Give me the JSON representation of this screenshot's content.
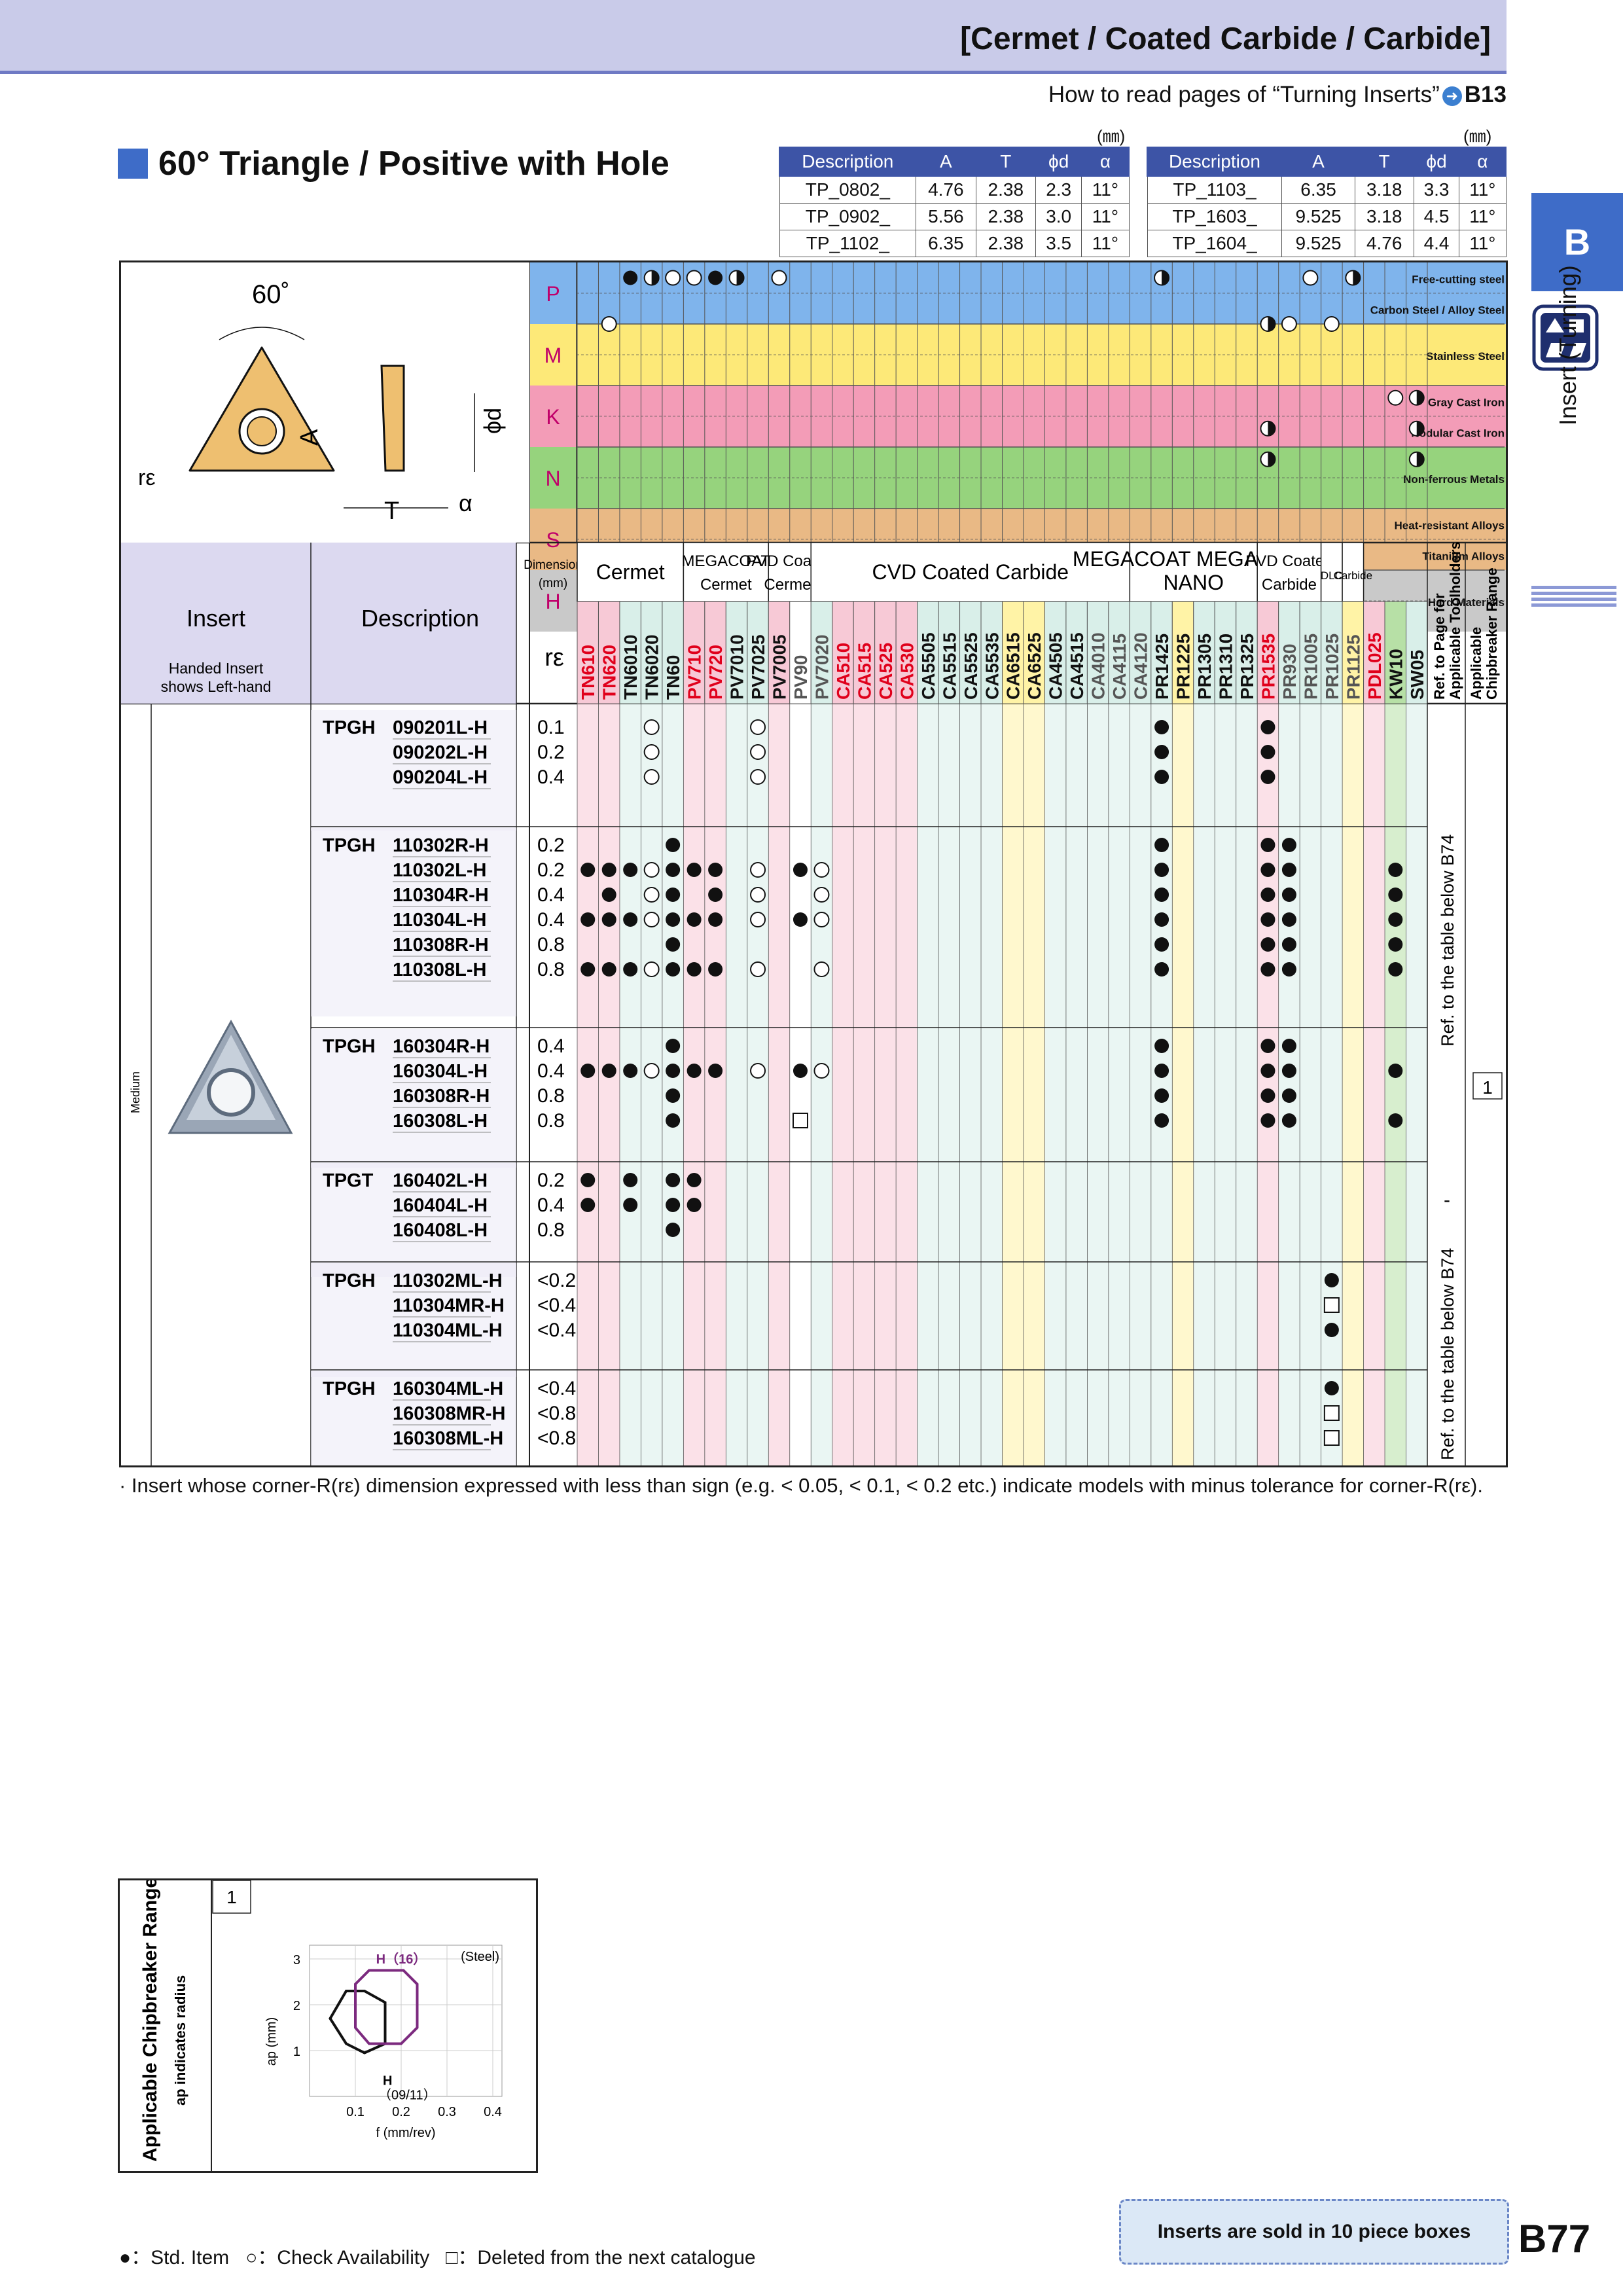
{
  "header": {
    "category": "[Cermet / Coated Carbide / Carbide]",
    "howto_text": "How to read pages of “Turning Inserts”",
    "howto_ref": "B13",
    "title": "60° Triangle / Positive with Hole"
  },
  "spec_tables": {
    "unit": "(㎜)",
    "columns": [
      "Description",
      "A",
      "T",
      "ϕd",
      "α"
    ],
    "left_rows": [
      [
        "TP_0802_",
        "4.76",
        "2.38",
        "2.3",
        "11°"
      ],
      [
        "TP_0902_",
        "5.56",
        "2.38",
        "3.0",
        "11°"
      ],
      [
        "TP_1102_",
        "6.35",
        "2.38",
        "3.5",
        "11°"
      ]
    ],
    "right_rows": [
      [
        "TP_1103_",
        "6.35",
        "3.18",
        "3.3",
        "11°"
      ],
      [
        "TP_1603_",
        "9.525",
        "3.18",
        "4.5",
        "11°"
      ],
      [
        "TP_1604_",
        "9.525",
        "4.76",
        "4.4",
        "11°"
      ]
    ]
  },
  "side": {
    "tab": "B",
    "label": "Insert (Turning)"
  },
  "diagram": {
    "angle": "60˚",
    "a": "A",
    "t": "T",
    "alpha": "α",
    "phid": "ϕd",
    "re": "rε"
  },
  "materials": [
    {
      "code": "P",
      "color": "#7fb4ec",
      "labels": [
        "Free-cutting steel",
        "Carbon Steel / Alloy Steel"
      ]
    },
    {
      "code": "M",
      "color": "#fde978",
      "labels": [
        "Stainless Steel"
      ]
    },
    {
      "code": "K",
      "color": "#f39cb7",
      "labels": [
        "Gray Cast Iron",
        "Nodular Cast Iron"
      ]
    },
    {
      "code": "N",
      "color": "#96d37d",
      "labels": [
        "Non-ferrous Metals"
      ]
    },
    {
      "code": "S",
      "color": "#e9b985",
      "labels": [
        "Heat-resistant Alloys",
        "Titanium Alloys"
      ]
    },
    {
      "code": "H",
      "color": "#c9c9c9",
      "labels": [
        "Hard Materials"
      ]
    }
  ],
  "table_header": {
    "insert": "Insert",
    "handed_note": "Handed Insert shows Left-hand",
    "description": "Description",
    "dimension": "Dimension (mm)",
    "re": "rε",
    "groups": [
      {
        "name": "Cermet",
        "span": 5
      },
      {
        "name": "MEGACOAT Cermet",
        "span": 4
      },
      {
        "name": "PVD Coated Cermet",
        "span": 2
      },
      {
        "name": "CVD Coated Carbide",
        "span": 15
      },
      {
        "name": "MEGACOAT MEGACOAT NANO",
        "span": 6
      },
      {
        "name": "PVD Coated Carbide",
        "span": 3
      },
      {
        "name": "DLC",
        "span": 1
      },
      {
        "name": "Carbide",
        "span": 1
      }
    ],
    "ref_col": "Ref. to Page for Applicable Toolholders",
    "chip_col": "Applicable Chipbreaker Range",
    "medium": "Medium"
  },
  "grades": [
    {
      "n": "TN610",
      "c": "#e0001b",
      "bg": "#f7c9d6"
    },
    {
      "n": "TN620",
      "c": "#e0001b",
      "bg": "#f7c9d6"
    },
    {
      "n": "TN6010",
      "c": "#111",
      "bg": "#d9efe9"
    },
    {
      "n": "TN6020",
      "c": "#111",
      "bg": "#d9efe9"
    },
    {
      "n": "TN60",
      "c": "#111",
      "bg": "#d9efe9"
    },
    {
      "n": "PV710",
      "c": "#e0001b",
      "bg": "#f7c9d6"
    },
    {
      "n": "PV720",
      "c": "#e0001b",
      "bg": "#f7c9d6"
    },
    {
      "n": "PV7010",
      "c": "#111",
      "bg": "#d9efe9"
    },
    {
      "n": "PV7025",
      "c": "#111",
      "bg": "#d9efe9"
    },
    {
      "n": "PV7005",
      "c": "#111",
      "bg": "#f7c9d6"
    },
    {
      "n": "PV90",
      "c": "#555",
      "bg": "#ffffff"
    },
    {
      "n": "PV7020",
      "c": "#555",
      "bg": "#d9efe9"
    },
    {
      "n": "CA510",
      "c": "#e0001b",
      "bg": "#f7c9d6"
    },
    {
      "n": "CA515",
      "c": "#e0001b",
      "bg": "#f7c9d6"
    },
    {
      "n": "CA525",
      "c": "#e0001b",
      "bg": "#f7c9d6"
    },
    {
      "n": "CA530",
      "c": "#e0001b",
      "bg": "#f7c9d6"
    },
    {
      "n": "CA5505",
      "c": "#111",
      "bg": "#d9efe9"
    },
    {
      "n": "CA5515",
      "c": "#111",
      "bg": "#d9efe9"
    },
    {
      "n": "CA5525",
      "c": "#111",
      "bg": "#d9efe9"
    },
    {
      "n": "CA5535",
      "c": "#111",
      "bg": "#d9efe9"
    },
    {
      "n": "CA6515",
      "c": "#111",
      "bg": "#fff3a6"
    },
    {
      "n": "CA6525",
      "c": "#111",
      "bg": "#fff3a6"
    },
    {
      "n": "CA4505",
      "c": "#111",
      "bg": "#d9efe9"
    },
    {
      "n": "CA4515",
      "c": "#111",
      "bg": "#d9efe9"
    },
    {
      "n": "CA4010",
      "c": "#555",
      "bg": "#d9efe9"
    },
    {
      "n": "CA4115",
      "c": "#555",
      "bg": "#d9efe9"
    },
    {
      "n": "CA4120",
      "c": "#555",
      "bg": "#d9efe9"
    },
    {
      "n": "PR1425",
      "c": "#111",
      "bg": "#d9efe9"
    },
    {
      "n": "PR1225",
      "c": "#111",
      "bg": "#fff3a6"
    },
    {
      "n": "PR1305",
      "c": "#111",
      "bg": "#d9efe9"
    },
    {
      "n": "PR1310",
      "c": "#111",
      "bg": "#d9efe9"
    },
    {
      "n": "PR1325",
      "c": "#111",
      "bg": "#d9efe9"
    },
    {
      "n": "PR1535",
      "c": "#e0001b",
      "bg": "#f7c9d6"
    },
    {
      "n": "PR930",
      "c": "#555",
      "bg": "#d9efe9"
    },
    {
      "n": "PR1005",
      "c": "#555",
      "bg": "#d9efe9"
    },
    {
      "n": "PR1025",
      "c": "#555",
      "bg": "#d9efe9"
    },
    {
      "n": "PR1125",
      "c": "#555",
      "bg": "#fff3a6"
    },
    {
      "n": "PDL025",
      "c": "#e0001b",
      "bg": "#f7c9d6"
    },
    {
      "n": "KW10",
      "c": "#111",
      "bg": "#b7e0a6"
    },
    {
      "n": "SW05",
      "c": "#111",
      "bg": "#d9efe9"
    }
  ],
  "applicability": [
    {
      "row": 0,
      "marks": [
        [
          "f",
          2
        ],
        [
          "hs",
          3
        ],
        [
          "o",
          4
        ],
        [
          "o",
          5
        ],
        [
          "f",
          6
        ],
        [
          "hs",
          7
        ],
        [
          "o",
          9
        ],
        [
          "hs",
          27
        ],
        [
          "o",
          34
        ],
        [
          "hs",
          36
        ]
      ]
    },
    {
      "row": 1,
      "marks": [
        [
          "o",
          1
        ],
        [
          "hs",
          32
        ],
        [
          "o",
          33
        ],
        [
          "o",
          35
        ]
      ]
    },
    {
      "row": 3,
      "marks": [
        [
          "o",
          38
        ],
        [
          "hs",
          39
        ]
      ]
    },
    {
      "row": 4,
      "marks": [
        [
          "hs",
          32
        ],
        [
          "hs",
          39
        ]
      ]
    },
    {
      "row": 5,
      "marks": [
        [
          "hs",
          32
        ],
        [
          "hs",
          39
        ]
      ]
    }
  ],
  "groups_rows": [
    {
      "family": "TPGH",
      "rows": [
        {
          "code": "090201L-H",
          "re": "0.1",
          "marks": [
            [
              "o",
              3
            ],
            [
              "o",
              8
            ],
            [
              "f",
              27
            ],
            [
              "f",
              32
            ]
          ]
        },
        {
          "code": "090202L-H",
          "re": "0.2",
          "marks": [
            [
              "o",
              3
            ],
            [
              "o",
              8
            ],
            [
              "f",
              27
            ],
            [
              "f",
              32
            ]
          ]
        },
        {
          "code": "090204L-H",
          "re": "0.4",
          "marks": [
            [
              "o",
              3
            ],
            [
              "o",
              8
            ],
            [
              "f",
              27
            ],
            [
              "f",
              32
            ]
          ]
        }
      ]
    },
    {
      "family": "TPGH",
      "rows": [
        {
          "code": "110302R-H",
          "re": "0.2",
          "marks": [
            [
              "f",
              4
            ],
            [
              "f",
              27
            ],
            [
              "f",
              32
            ],
            [
              "f",
              33
            ]
          ]
        },
        {
          "code": "110302L-H",
          "re": "0.2",
          "marks": [
            [
              "f",
              0
            ],
            [
              "f",
              1
            ],
            [
              "f",
              2
            ],
            [
              "o",
              3
            ],
            [
              "f",
              4
            ],
            [
              "f",
              5
            ],
            [
              "f",
              6
            ],
            [
              "o",
              8
            ],
            [
              "f",
              10
            ],
            [
              "o",
              11
            ],
            [
              "f",
              27
            ],
            [
              "f",
              32
            ],
            [
              "f",
              33
            ],
            [
              "f",
              38
            ]
          ]
        },
        {
          "code": "110304R-H",
          "re": "0.4",
          "marks": [
            [
              "f",
              1
            ],
            [
              "o",
              3
            ],
            [
              "f",
              4
            ],
            [
              "f",
              6
            ],
            [
              "o",
              8
            ],
            [
              "o",
              11
            ],
            [
              "f",
              27
            ],
            [
              "f",
              32
            ],
            [
              "f",
              33
            ],
            [
              "f",
              38
            ]
          ]
        },
        {
          "code": "110304L-H",
          "re": "0.4",
          "marks": [
            [
              "f",
              0
            ],
            [
              "f",
              1
            ],
            [
              "f",
              2
            ],
            [
              "o",
              3
            ],
            [
              "f",
              4
            ],
            [
              "f",
              5
            ],
            [
              "f",
              6
            ],
            [
              "o",
              8
            ],
            [
              "f",
              10
            ],
            [
              "o",
              11
            ],
            [
              "f",
              27
            ],
            [
              "f",
              32
            ],
            [
              "f",
              33
            ],
            [
              "f",
              38
            ]
          ]
        },
        {
          "code": "110308R-H",
          "re": "0.8",
          "marks": [
            [
              "f",
              4
            ],
            [
              "f",
              27
            ],
            [
              "f",
              32
            ],
            [
              "f",
              33
            ],
            [
              "f",
              38
            ]
          ]
        },
        {
          "code": "110308L-H",
          "re": "0.8",
          "marks": [
            [
              "f",
              0
            ],
            [
              "f",
              1
            ],
            [
              "f",
              2
            ],
            [
              "o",
              3
            ],
            [
              "f",
              4
            ],
            [
              "f",
              5
            ],
            [
              "f",
              6
            ],
            [
              "o",
              8
            ],
            [
              "o",
              11
            ],
            [
              "f",
              27
            ],
            [
              "f",
              32
            ],
            [
              "f",
              33
            ],
            [
              "f",
              38
            ]
          ]
        }
      ]
    },
    {
      "family": "TPGH",
      "rows": [
        {
          "code": "160304R-H",
          "re": "0.4",
          "marks": [
            [
              "f",
              4
            ],
            [
              "f",
              27
            ],
            [
              "f",
              32
            ],
            [
              "f",
              33
            ]
          ]
        },
        {
          "code": "160304L-H",
          "re": "0.4",
          "marks": [
            [
              "f",
              0
            ],
            [
              "f",
              1
            ],
            [
              "f",
              2
            ],
            [
              "o",
              3
            ],
            [
              "f",
              4
            ],
            [
              "f",
              5
            ],
            [
              "f",
              6
            ],
            [
              "o",
              8
            ],
            [
              "f",
              10
            ],
            [
              "o",
              11
            ],
            [
              "f",
              27
            ],
            [
              "f",
              32
            ],
            [
              "f",
              33
            ],
            [
              "f",
              38
            ]
          ]
        },
        {
          "code": "160308R-H",
          "re": "0.8",
          "marks": [
            [
              "f",
              4
            ],
            [
              "f",
              27
            ],
            [
              "f",
              32
            ],
            [
              "f",
              33
            ]
          ]
        },
        {
          "code": "160308L-H",
          "re": "0.8",
          "marks": [
            [
              "f",
              4
            ],
            [
              "s",
              10
            ],
            [
              "f",
              27
            ],
            [
              "f",
              32
            ],
            [
              "f",
              33
            ],
            [
              "f",
              38
            ]
          ]
        }
      ]
    },
    {
      "family": "TPGT",
      "rows": [
        {
          "code": "160402L-H",
          "re": "0.2",
          "marks": [
            [
              "f",
              0
            ],
            [
              "f",
              2
            ],
            [
              "f",
              4
            ],
            [
              "f",
              5
            ]
          ]
        },
        {
          "code": "160404L-H",
          "re": "0.4",
          "marks": [
            [
              "f",
              0
            ],
            [
              "f",
              2
            ],
            [
              "f",
              4
            ],
            [
              "f",
              5
            ]
          ]
        },
        {
          "code": "160408L-H",
          "re": "0.8",
          "marks": [
            [
              "f",
              4
            ]
          ]
        }
      ]
    },
    {
      "family": "TPGH",
      "rows": [
        {
          "code": "110302ML-H",
          "re": "<0.2",
          "marks": [
            [
              "f",
              35
            ]
          ]
        },
        {
          "code": "110304MR-H",
          "re": "<0.4",
          "marks": [
            [
              "s",
              35
            ]
          ]
        },
        {
          "code": "110304ML-H",
          "re": "<0.4",
          "marks": [
            [
              "f",
              35
            ]
          ]
        }
      ]
    },
    {
      "family": "TPGH",
      "rows": [
        {
          "code": "160304ML-H",
          "re": "<0.4",
          "marks": [
            [
              "f",
              35
            ]
          ]
        },
        {
          "code": "160308MR-H",
          "re": "<0.8",
          "marks": [
            [
              "s",
              35
            ]
          ]
        },
        {
          "code": "160308ML-H",
          "re": "<0.8",
          "marks": [
            [
              "s",
              35
            ]
          ]
        }
      ]
    }
  ],
  "ref_texts": {
    "a": "Ref. to the table below B74",
    "dash": "-",
    "b": "Ref. to the table below B74",
    "chip": "1"
  },
  "note": "· Insert whose corner-R(rε) dimension expressed with less than sign (e.g. < 0.05, < 0.1, < 0.2 etc.) indicate models with minus tolerance for corner-R(rε).",
  "chipbreaker": {
    "title": "Applicable Chipbreaker Range",
    "subtitle": "ap indicates radius",
    "number": "1",
    "material": "(Steel)",
    "h16": "H（16）",
    "h0911_a": "H",
    "h0911_b": "（09/11）",
    "ylabel": "ap (mm)",
    "xlabel": "f (mm/rev)",
    "yticks": [
      "1",
      "2",
      "3"
    ],
    "xticks": [
      "0.1",
      "0.2",
      "0.3",
      "0.4"
    ]
  },
  "footer": {
    "legend_std": "：Std. Item",
    "legend_check": "：Check Availability",
    "legend_deleted": "：Deleted from the next catalogue",
    "sold": "Inserts are sold in 10 piece boxes",
    "page": "B77"
  }
}
